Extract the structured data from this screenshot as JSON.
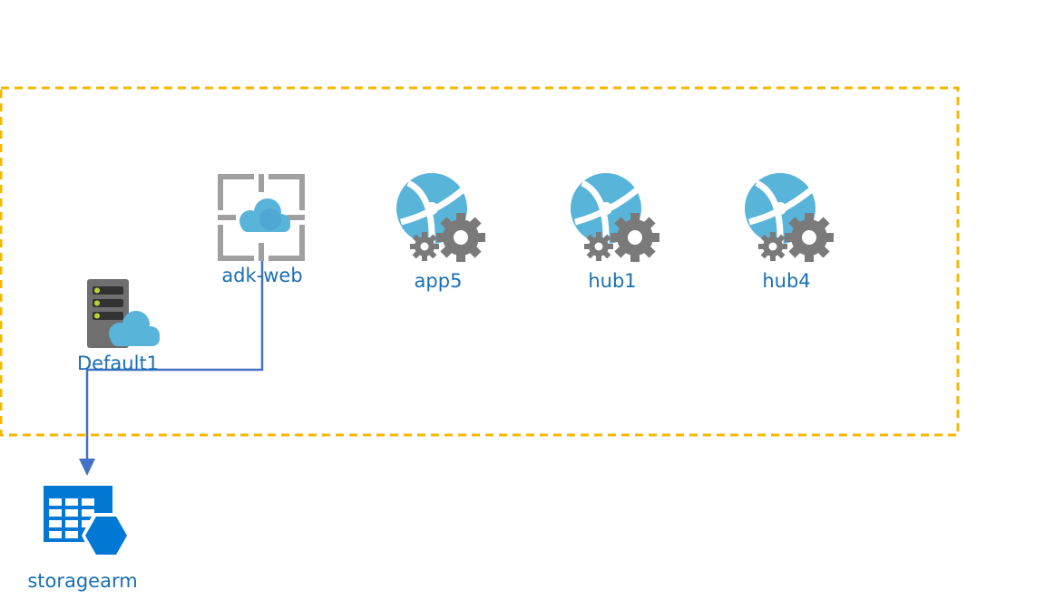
{
  "diagram": {
    "group": {
      "border_color": "#f5b800",
      "border_style": "dashed"
    },
    "connector_color": "#4472c4",
    "label_color": "#1a6fb5",
    "nodes": [
      {
        "id": "adk-web",
        "label": "adk-web",
        "icon": "app-service-environment-icon"
      },
      {
        "id": "app5",
        "label": "app5",
        "icon": "web-app-icon"
      },
      {
        "id": "hub1",
        "label": "hub1",
        "icon": "web-app-icon"
      },
      {
        "id": "hub4",
        "label": "hub4",
        "icon": "web-app-icon"
      },
      {
        "id": "Default1",
        "label": "Default1",
        "icon": "app-service-plan-icon"
      },
      {
        "id": "storagearm",
        "label": "storagearm",
        "icon": "storage-table-icon"
      }
    ],
    "edges": [
      {
        "from": "adk-web",
        "to": "storagearm"
      },
      {
        "from": "Default1",
        "to": "storagearm"
      }
    ]
  }
}
